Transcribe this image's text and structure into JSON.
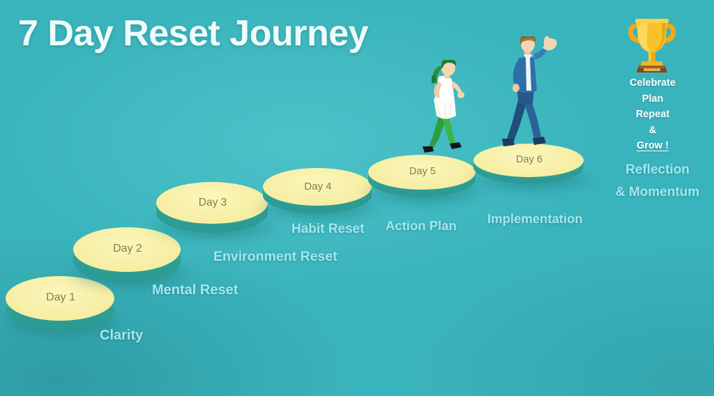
{
  "title": "7 Day Reset Journey",
  "colors": {
    "background_teal": "#3AB4BC",
    "step_top_yellow": "#F7EFA6",
    "step_side_teal": "#2E9F95",
    "caption_cyan": "#A3E6EF",
    "title_white": "#EEFBFB",
    "day_label_olive": "#897F3E",
    "trophy_gold": "#F2B21E"
  },
  "steps": [
    {
      "day_label": "Day 1",
      "caption": "Clarity"
    },
    {
      "day_label": "Day 2",
      "caption": "Mental Reset"
    },
    {
      "day_label": "Day  3",
      "caption": "Environment Reset"
    },
    {
      "day_label": "Day 4",
      "caption": "Habit Reset"
    },
    {
      "day_label": "Day 5",
      "caption": "Action Plan"
    },
    {
      "day_label": "Day 6",
      "caption": "Implementation"
    }
  ],
  "right_panel": {
    "trophy_icon": "trophy-icon",
    "mantra": {
      "line1": "Celebrate",
      "line2": "Plan",
      "line3": "Repeat",
      "line4": "&",
      "line5": "Grow !"
    },
    "reflection": {
      "line1": "Reflection",
      "line2": "& Momentum"
    }
  },
  "figures": [
    {
      "name": "walking-woman-figure",
      "hair": "green",
      "top": "white",
      "legs": "green",
      "shoes": "black"
    },
    {
      "name": "waving-man-figure",
      "hair": "brown",
      "shirt": "blue",
      "pants": "navy",
      "shoes": "navy"
    }
  ]
}
